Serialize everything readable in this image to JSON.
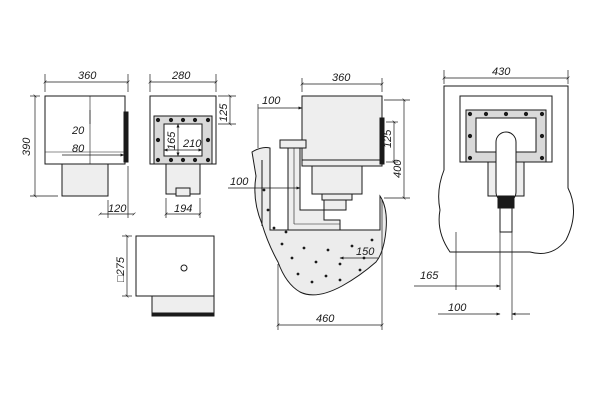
{
  "dimensions": {
    "side_width": "360",
    "side_height": "390",
    "side_inner_depth": "20",
    "side_flange": "80",
    "side_bottom": "120",
    "front_width": "280",
    "front_opening_height": "125",
    "front_inner_height": "165",
    "front_inner_width": "210",
    "front_base": "194",
    "bottom_square": "□275",
    "section_top_width": "360",
    "section_offset_top": "100",
    "section_height": "400",
    "section_opening": "125",
    "section_offset_mid": "100",
    "section_floor": "150",
    "section_bottom_width": "460",
    "rear_width": "430",
    "rear_offset": "165",
    "rear_bottom": "100"
  }
}
